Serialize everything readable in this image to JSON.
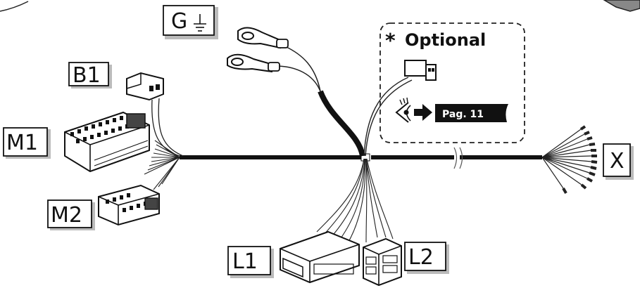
{
  "labels": {
    "g": "G",
    "b1": "B1",
    "m1": "M1",
    "m2": "M2",
    "l1": "L1",
    "l2": "L2",
    "x": "X"
  },
  "optional": {
    "asterisk": "*",
    "title": "Optional",
    "page_ref": "Pag. 11"
  },
  "icons": [
    "ground-icon",
    "eye-icon",
    "arrow-right-icon"
  ]
}
